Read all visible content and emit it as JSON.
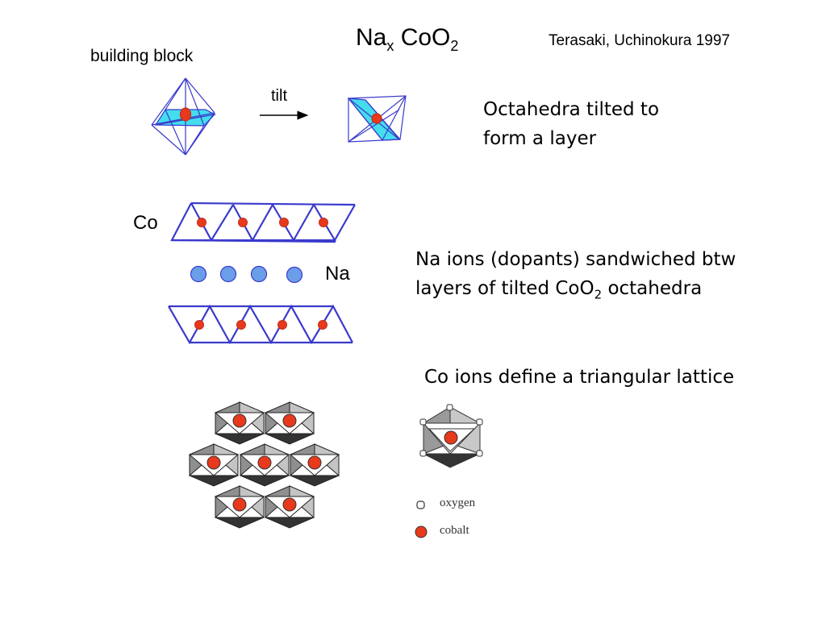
{
  "title": {
    "main": "Na",
    "subscript": "x",
    "formula": "CoO",
    "formula_subscript": "2"
  },
  "credit": "Terasaki, Uchinokura 1997",
  "building_block_label": "building block",
  "tilt_label": "tilt",
  "caption_tilted": {
    "line1": "Octahedra tilted to",
    "line2": "form a layer"
  },
  "co_label": "Co",
  "na_label": "Na",
  "caption_sandwich": {
    "line1": "Na ions (dopants) sandwiched btw",
    "line2_pre": "layers of tilted CoO",
    "line2_sub": "2",
    "line2_post": " octahedra"
  },
  "caption_lattice": "Co ions define a triangular lattice",
  "legend": {
    "oxygen": "oxygen",
    "cobalt": "cobalt"
  },
  "colors": {
    "outline": "#3a3acc",
    "cobalt": "#e8391c",
    "sodium": "#6b9ee8",
    "plane": "#44ddee"
  }
}
